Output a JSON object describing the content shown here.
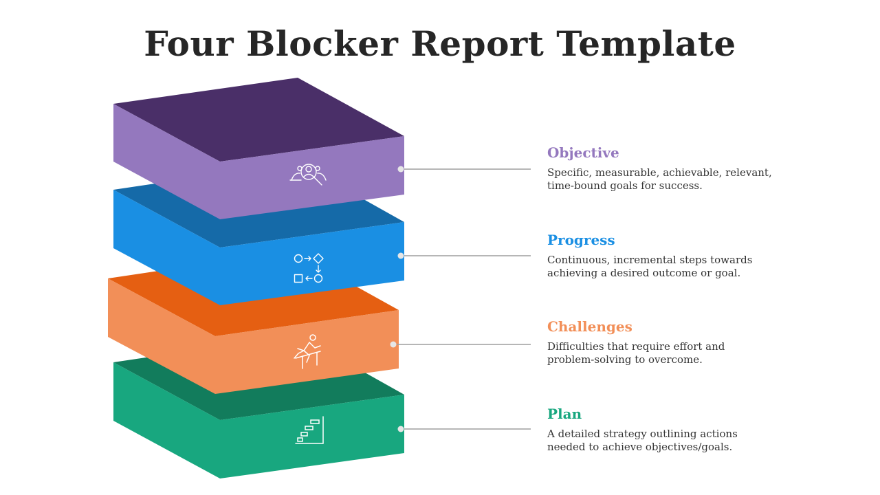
{
  "title": "Four Blocker Report Template",
  "blocks": [
    {
      "title": "Objective",
      "description": "Specific, measurable, achievable, relevant, time-bound goals for success.",
      "icon": "person-search-icon",
      "colors": {
        "top": "#4a2f68",
        "left": "#9478be",
        "front": "#9478be",
        "label": "#9478be"
      }
    },
    {
      "title": "Progress",
      "description": "Continuous, incremental steps towards achieving a desired outcome or goal.",
      "icon": "process-flow-icon",
      "colors": {
        "top": "#156aa8",
        "left": "#1a8fe3",
        "front": "#1a8fe3",
        "label": "#1a8fe3"
      }
    },
    {
      "title": "Challenges",
      "description": "Difficulties that require effort and problem-solving to overcome.",
      "icon": "hurdle-runner-icon",
      "colors": {
        "top": "#e55f12",
        "left": "#f28f58",
        "front": "#f28f58",
        "label": "#f28f58"
      }
    },
    {
      "title": "Plan",
      "description": "A detailed strategy outlining actions needed to achieve objectives/goals.",
      "icon": "gantt-chart-icon",
      "colors": {
        "top": "#127c5c",
        "left": "#18a77f",
        "front": "#18a77f",
        "label": "#18a77f"
      }
    }
  ],
  "connector_color": "#9e9e9e",
  "icon_color": "#ffffff"
}
